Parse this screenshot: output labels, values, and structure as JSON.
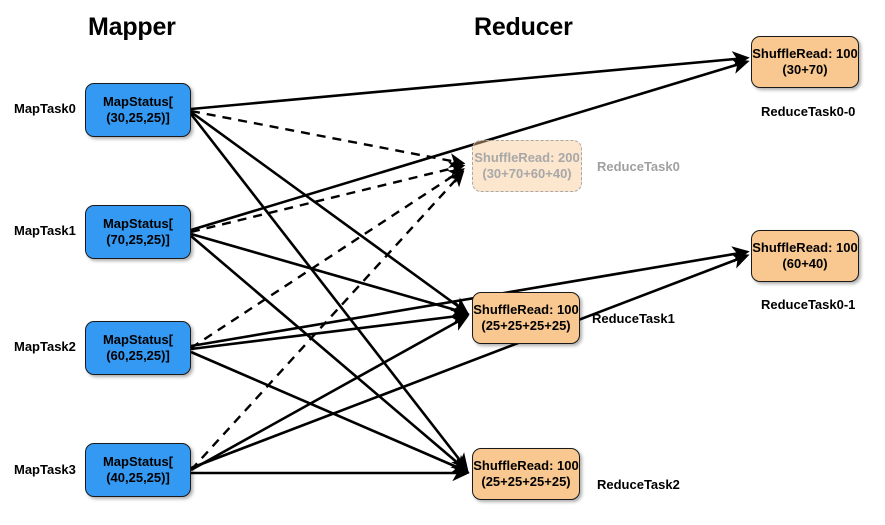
{
  "titles": {
    "mapper": "Mapper",
    "reducer": "Reducer"
  },
  "mappers": [
    {
      "id": "maptask0",
      "side_label": "MapTask0",
      "line1": "MapStatus[",
      "line2": "(30,25,25)]"
    },
    {
      "id": "maptask1",
      "side_label": "MapTask1",
      "line1": "MapStatus[",
      "line2": "(70,25,25)]"
    },
    {
      "id": "maptask2",
      "side_label": "MapTask2",
      "line1": "MapStatus[",
      "line2": "(60,25,25)]"
    },
    {
      "id": "maptask3",
      "side_label": "MapTask3",
      "line1": "MapStatus[",
      "line2": "(40,25,25)]"
    }
  ],
  "reducers": [
    {
      "id": "reducetask0",
      "side_label": "ReduceTask0",
      "line1": "ShuffleRead: 200",
      "line2": "(30+70+60+40)",
      "state": "ghost"
    },
    {
      "id": "reducetask1",
      "side_label": "ReduceTask1",
      "line1": "ShuffleRead: 100",
      "line2": "(25+25+25+25)",
      "state": "active"
    },
    {
      "id": "reducetask2",
      "side_label": "ReduceTask2",
      "line1": "ShuffleRead: 100",
      "line2": "(25+25+25+25)",
      "state": "active"
    }
  ],
  "split_reducers": [
    {
      "id": "reducetask0-0",
      "bottom_label": "ReduceTask0-0",
      "line1": "ShuffleRead: 100",
      "line2": "(30+70)"
    },
    {
      "id": "reducetask0-1",
      "bottom_label": "ReduceTask0-1",
      "line1": "ShuffleRead: 100",
      "line2": "(60+40)"
    }
  ],
  "colors": {
    "mapper_fill": "#3399f3",
    "reducer_fill": "#f9c890",
    "ghost_stroke": "#a8a8a8",
    "edge": "#000000",
    "background": "#ffffff"
  },
  "edges": {
    "solid_count": 12,
    "dashed_count": 4,
    "dashed_note": "dashed edges terminate at ReduceTask0 (ghost)",
    "solid_note": "solid edges go to ReduceTask0-0, ReduceTask0-1, ReduceTask1, ReduceTask2"
  }
}
